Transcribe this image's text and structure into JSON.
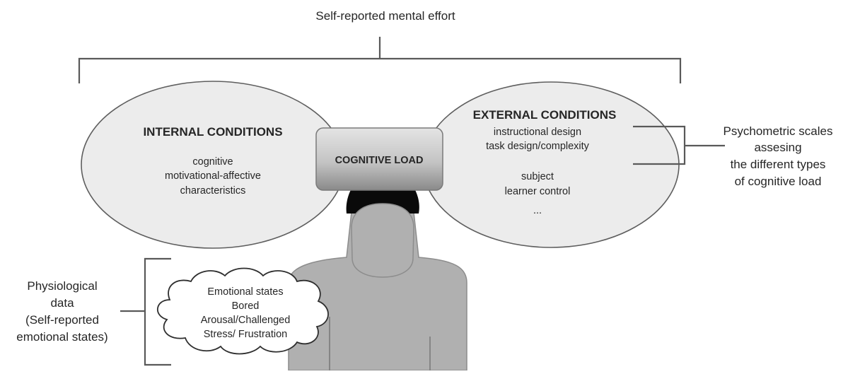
{
  "top_label": "Self-reported mental effort",
  "internal": {
    "title": "INTERNAL CONDITIONS",
    "lines": [
      "cognitive",
      "motivational-affective",
      "characteristics"
    ]
  },
  "external": {
    "title": "EXTERNAL CONDITIONS",
    "lines": [
      "instructional design",
      "task design/complexity",
      "",
      "subject",
      "learner control",
      "..."
    ]
  },
  "center_box": "COGNITIVE LOAD",
  "psychometric": {
    "lines": [
      "Psychometric scales",
      "assesing",
      "the different types",
      "of cognitive load"
    ]
  },
  "physiological": {
    "lines": [
      "Physiological",
      "data",
      "(Self-reported",
      "emotional states)"
    ]
  },
  "cloud": {
    "lines": [
      "Emotional states",
      "Bored",
      "Arousal/Challenged",
      "Stress/ Frustration"
    ]
  }
}
